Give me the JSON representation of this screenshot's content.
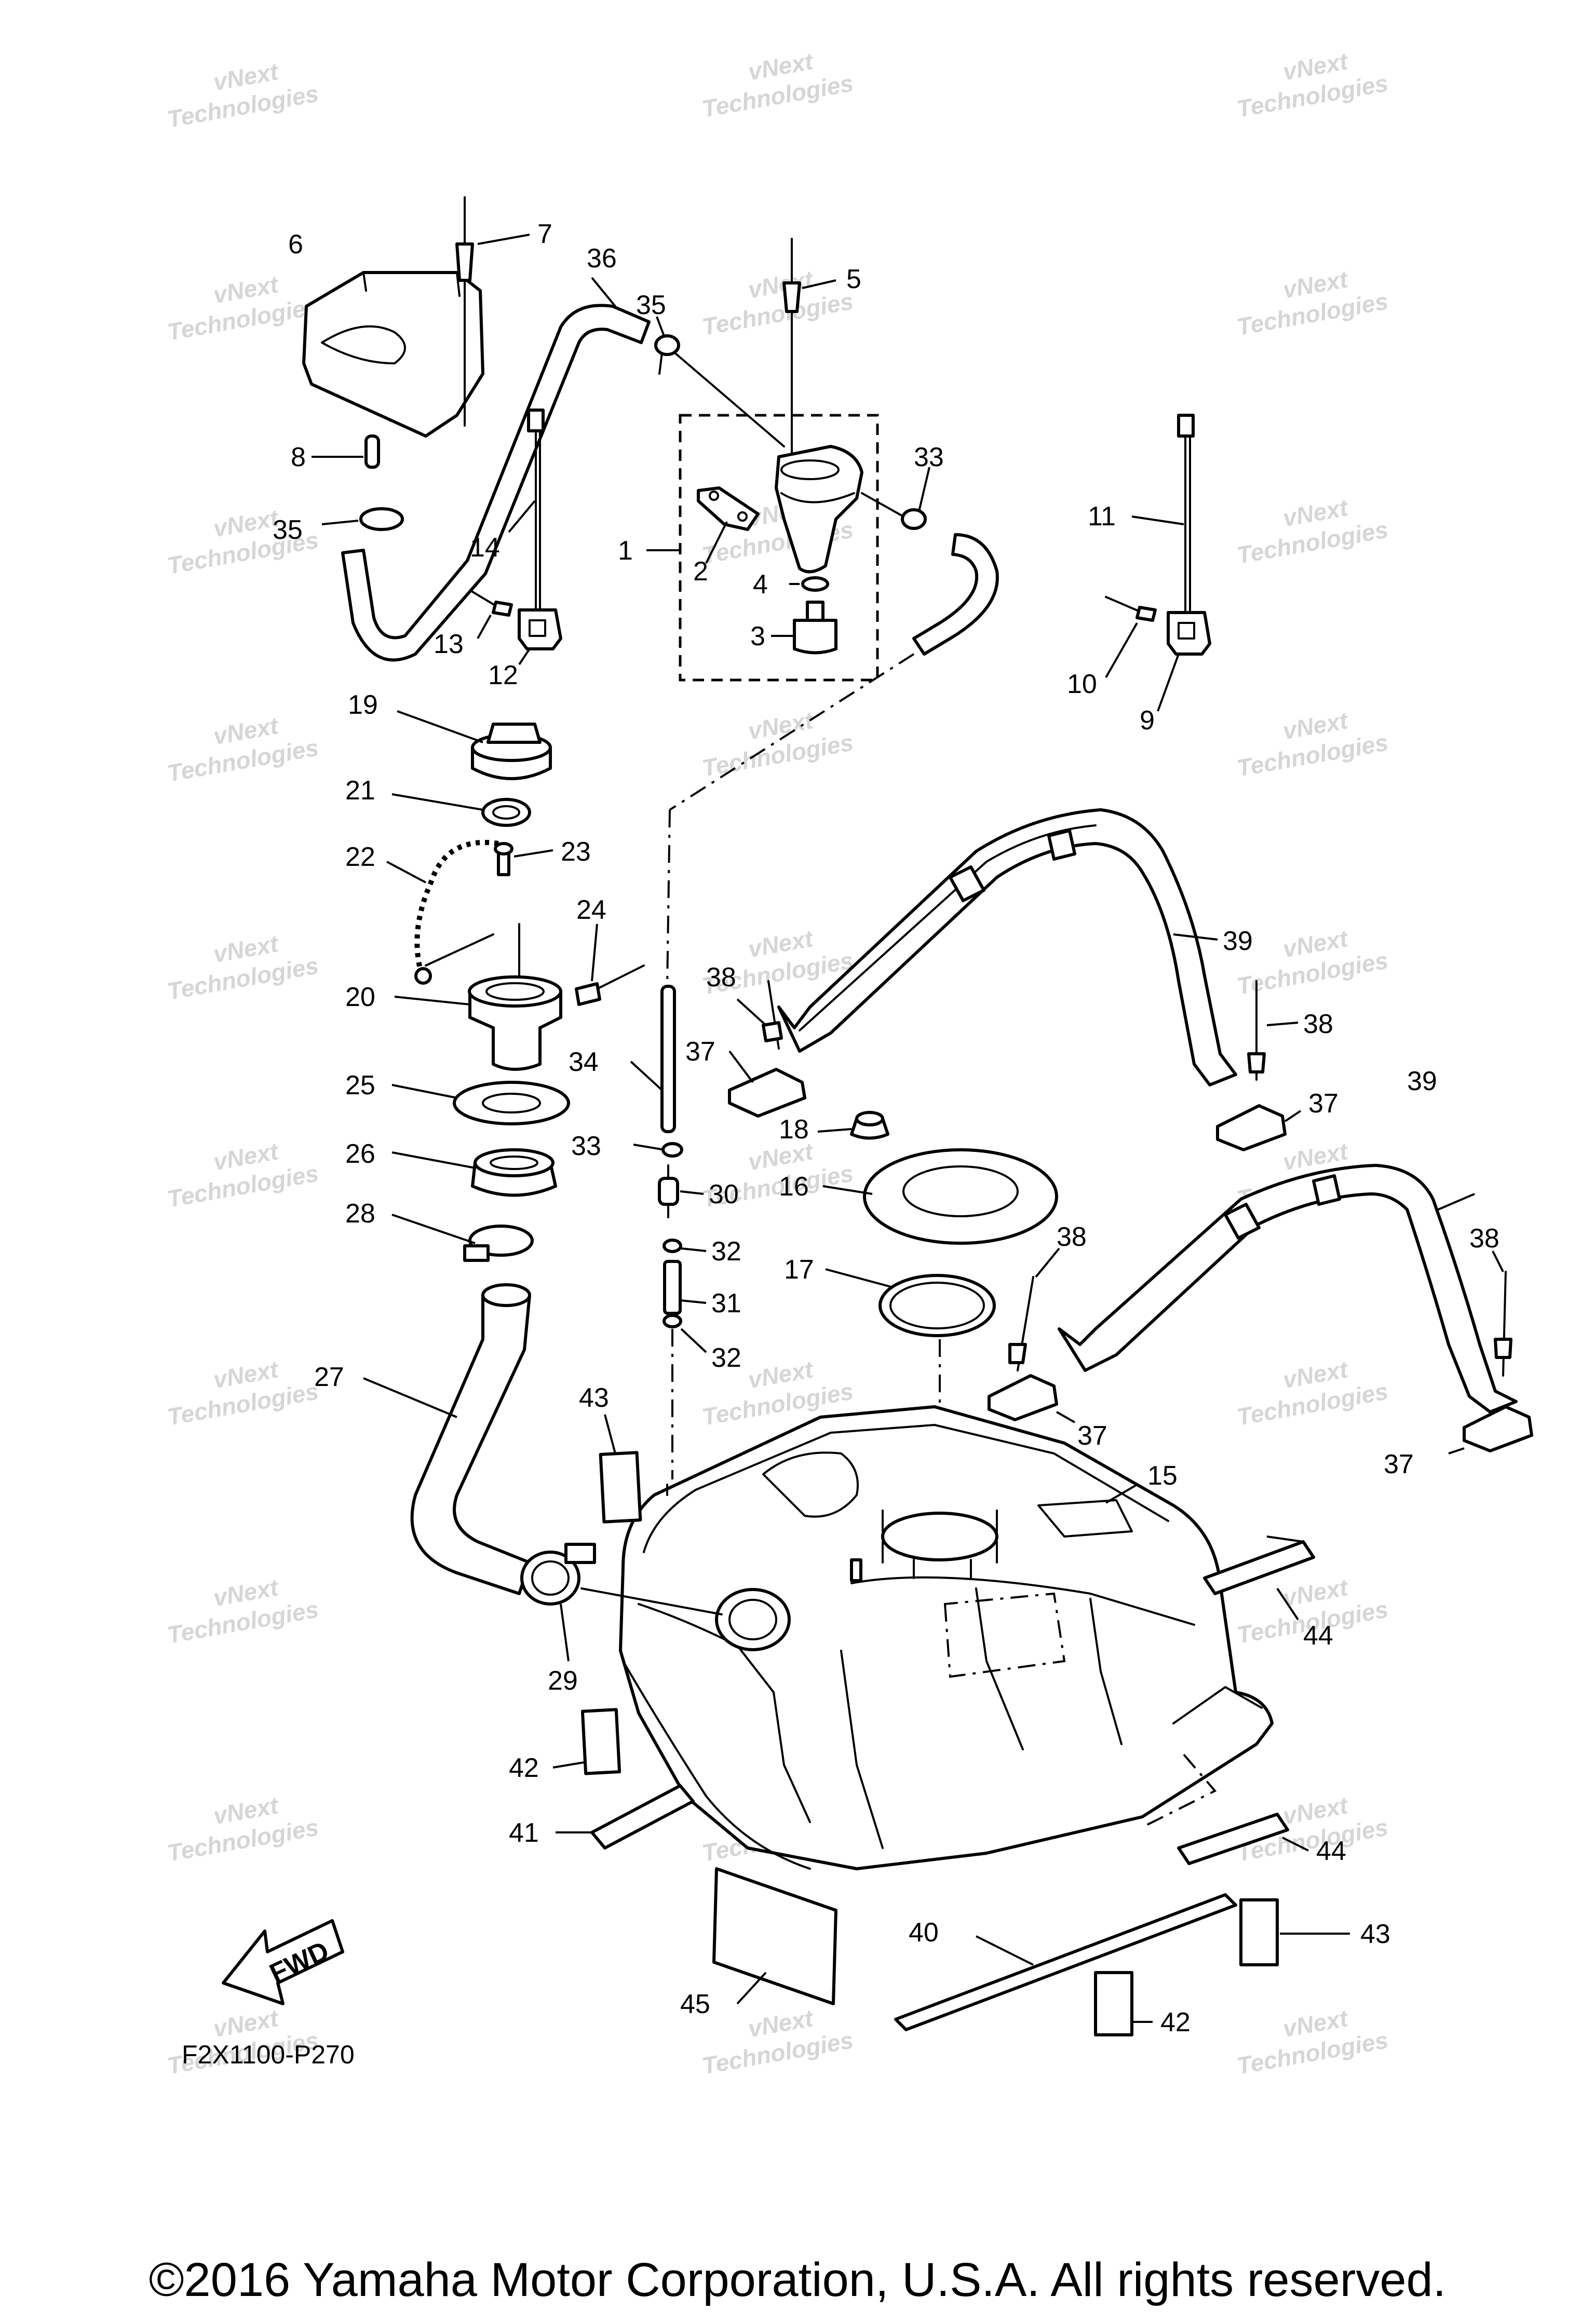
{
  "watermark": {
    "line1": "vNext",
    "line2": "Technologies"
  },
  "diagram_code": "F2X1100-P270",
  "fwd_label": "FWD",
  "copyright": "©2016 Yamaha Motor Corporation, U.S.A. All rights reserved.",
  "callouts": {
    "c1": "1",
    "c2": "2",
    "c3": "3",
    "c4": "4",
    "c5": "5",
    "c6": "6",
    "c7": "7",
    "c8": "8",
    "c9": "9",
    "c10": "10",
    "c11": "11",
    "c12": "12",
    "c13": "13",
    "c14": "14",
    "c15": "15",
    "c16": "16",
    "c17": "17",
    "c18": "18",
    "c19": "19",
    "c20": "20",
    "c21": "21",
    "c22": "22",
    "c23": "23",
    "c24": "24",
    "c25": "25",
    "c26": "26",
    "c27": "27",
    "c28": "28",
    "c29": "29",
    "c30": "30",
    "c31": "31",
    "c32": "32",
    "c33": "33",
    "c34": "34",
    "c35": "35",
    "c36": "36",
    "c37": "37",
    "c38": "38",
    "c39": "39",
    "c40": "40",
    "c41": "41",
    "c42": "42",
    "c43": "43",
    "c44": "44",
    "c45": "45"
  }
}
